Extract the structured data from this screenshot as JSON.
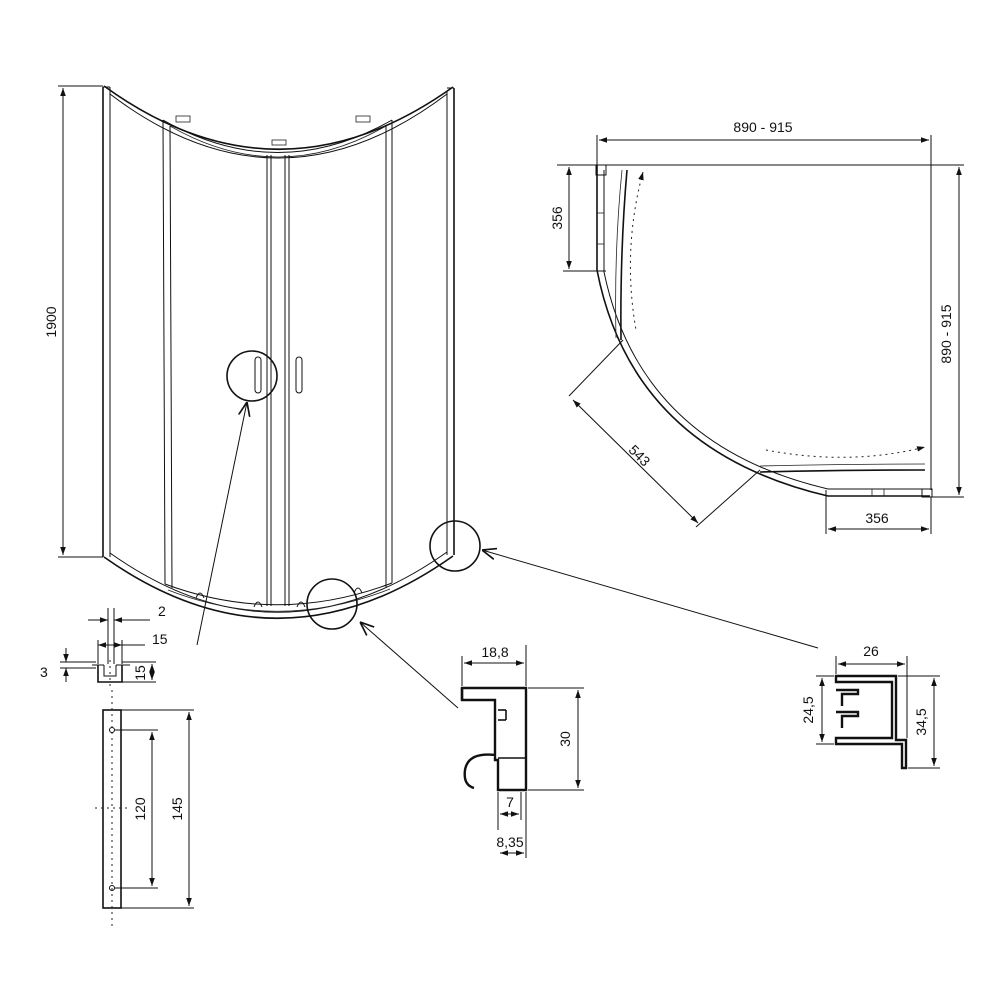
{
  "front_view": {
    "height": "1900"
  },
  "plan_view": {
    "width": "890 - 915",
    "depth": "890 - 915",
    "fixed_panel_side": "356",
    "fixed_panel_bottom": "356",
    "door_opening": "543"
  },
  "handle_detail": {
    "gap": "2",
    "width": "15",
    "depth": "15",
    "lip": "3",
    "hole_spacing": "120",
    "length": "145"
  },
  "bottom_profile": {
    "width": "18,8",
    "height": "30",
    "slot": "7",
    "base": "8,35"
  },
  "wall_profile": {
    "width": "26",
    "inner_height": "24,5",
    "outer_height": "34,5"
  }
}
